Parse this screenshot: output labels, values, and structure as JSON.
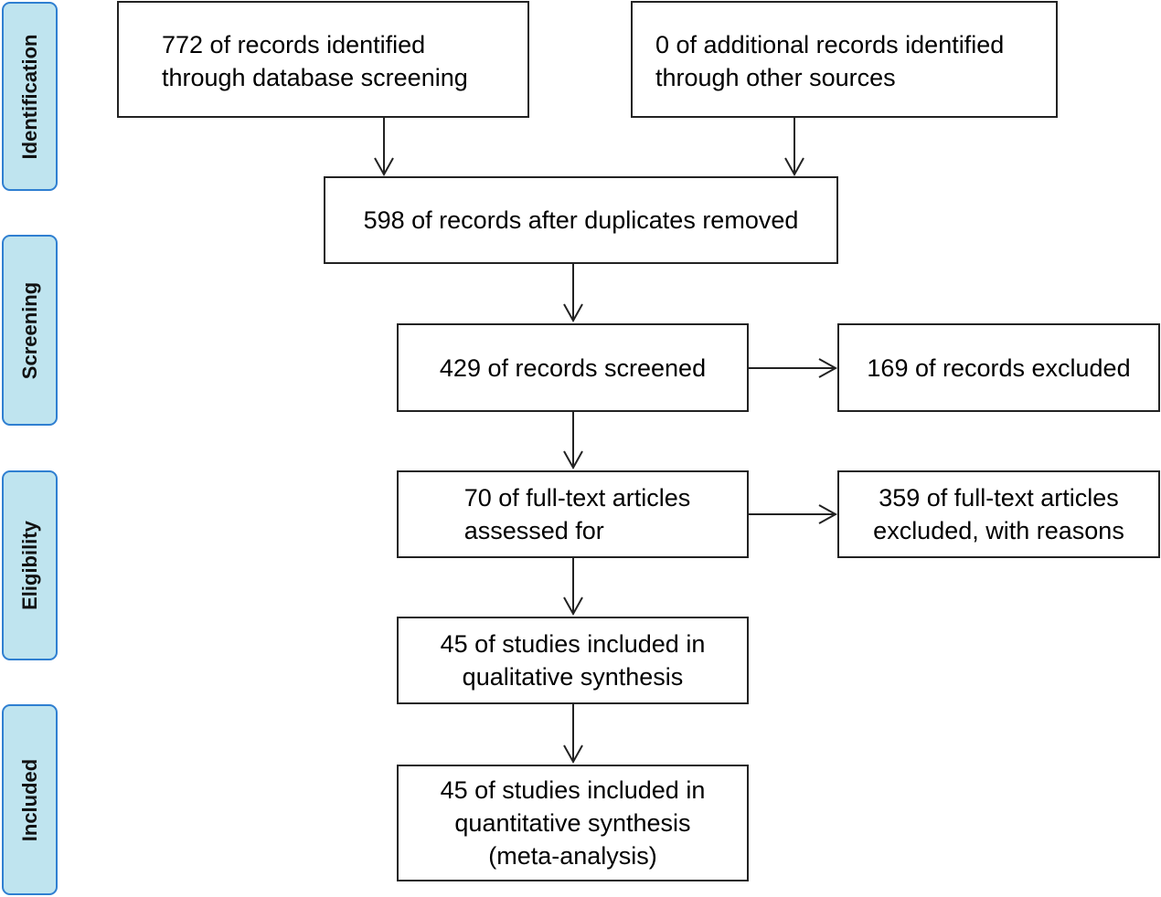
{
  "stages": [
    {
      "id": "identification",
      "label": "Identification"
    },
    {
      "id": "screening",
      "label": "Screening"
    },
    {
      "id": "eligibility",
      "label": "Eligibility"
    },
    {
      "id": "included",
      "label": "Included"
    }
  ],
  "boxes": {
    "database": "772 of records identified\nthrough database screening",
    "other_sources": "0 of additional records identified\nthrough other sources",
    "after_duplicates": "598 of records after duplicates removed",
    "screened": "429 of records screened",
    "excluded": "169 of records excluded",
    "fulltext_assessed": "70 of full-text articles\nassessed for",
    "fulltext_excluded": "359 of full-text articles\nexcluded, with reasons",
    "qualitative": "45 of studies included in\nqualitative synthesis",
    "quantitative": "45 of studies included in\nquantitative synthesis\n(meta-analysis)"
  },
  "colors": {
    "stage_fill": "#bfe4ef",
    "stage_border": "#2f7fd1",
    "box_border": "#222222",
    "arrow": "#222222"
  }
}
